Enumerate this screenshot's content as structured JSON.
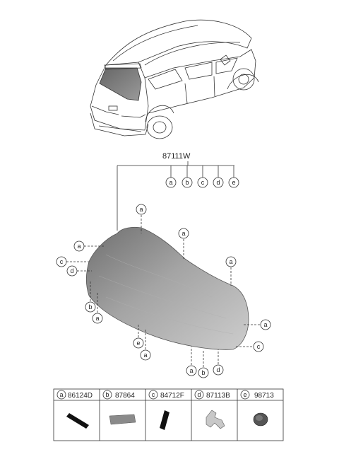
{
  "main_part": {
    "number": "87111W"
  },
  "header_callouts": [
    "a",
    "b",
    "c",
    "d",
    "e"
  ],
  "glass_callouts": [
    {
      "letter": "a"
    },
    {
      "letter": "a"
    },
    {
      "letter": "c"
    },
    {
      "letter": "d"
    },
    {
      "letter": "b"
    },
    {
      "letter": "a"
    },
    {
      "letter": "a"
    },
    {
      "letter": "a"
    },
    {
      "letter": "a"
    },
    {
      "letter": "e"
    },
    {
      "letter": "a"
    },
    {
      "letter": "c"
    },
    {
      "letter": "a"
    },
    {
      "letter": "b"
    },
    {
      "letter": "d"
    }
  ],
  "legend": [
    {
      "letter": "a",
      "part_number": "86124D"
    },
    {
      "letter": "b",
      "part_number": "87864"
    },
    {
      "letter": "c",
      "part_number": "84712F"
    },
    {
      "letter": "d",
      "part_number": "87113B"
    },
    {
      "letter": "e",
      "part_number": "98713"
    }
  ],
  "colors": {
    "glass_dark": "#7a7a7a",
    "glass_light": "#c4c4c4",
    "line": "#333333"
  }
}
